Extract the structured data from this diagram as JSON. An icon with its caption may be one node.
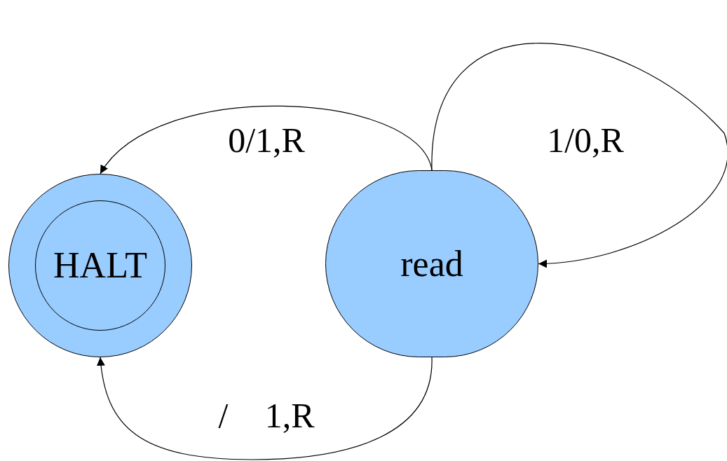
{
  "diagram": {
    "nodes": [
      {
        "text": [
          "HALT"
        ]
      },
      {
        "text": [
          "read"
        ]
      }
    ],
    "edges": [
      {
        "from": 1,
        "to": 0,
        "arrow": "to",
        "label": "0/1,R"
      },
      {
        "from": 1,
        "to": 1,
        "arrow": "to",
        "label": "1/0,R"
      },
      {
        "from": 1,
        "to": 0,
        "arrow": "to",
        "label": "/ 1,R"
      }
    ]
  }
}
